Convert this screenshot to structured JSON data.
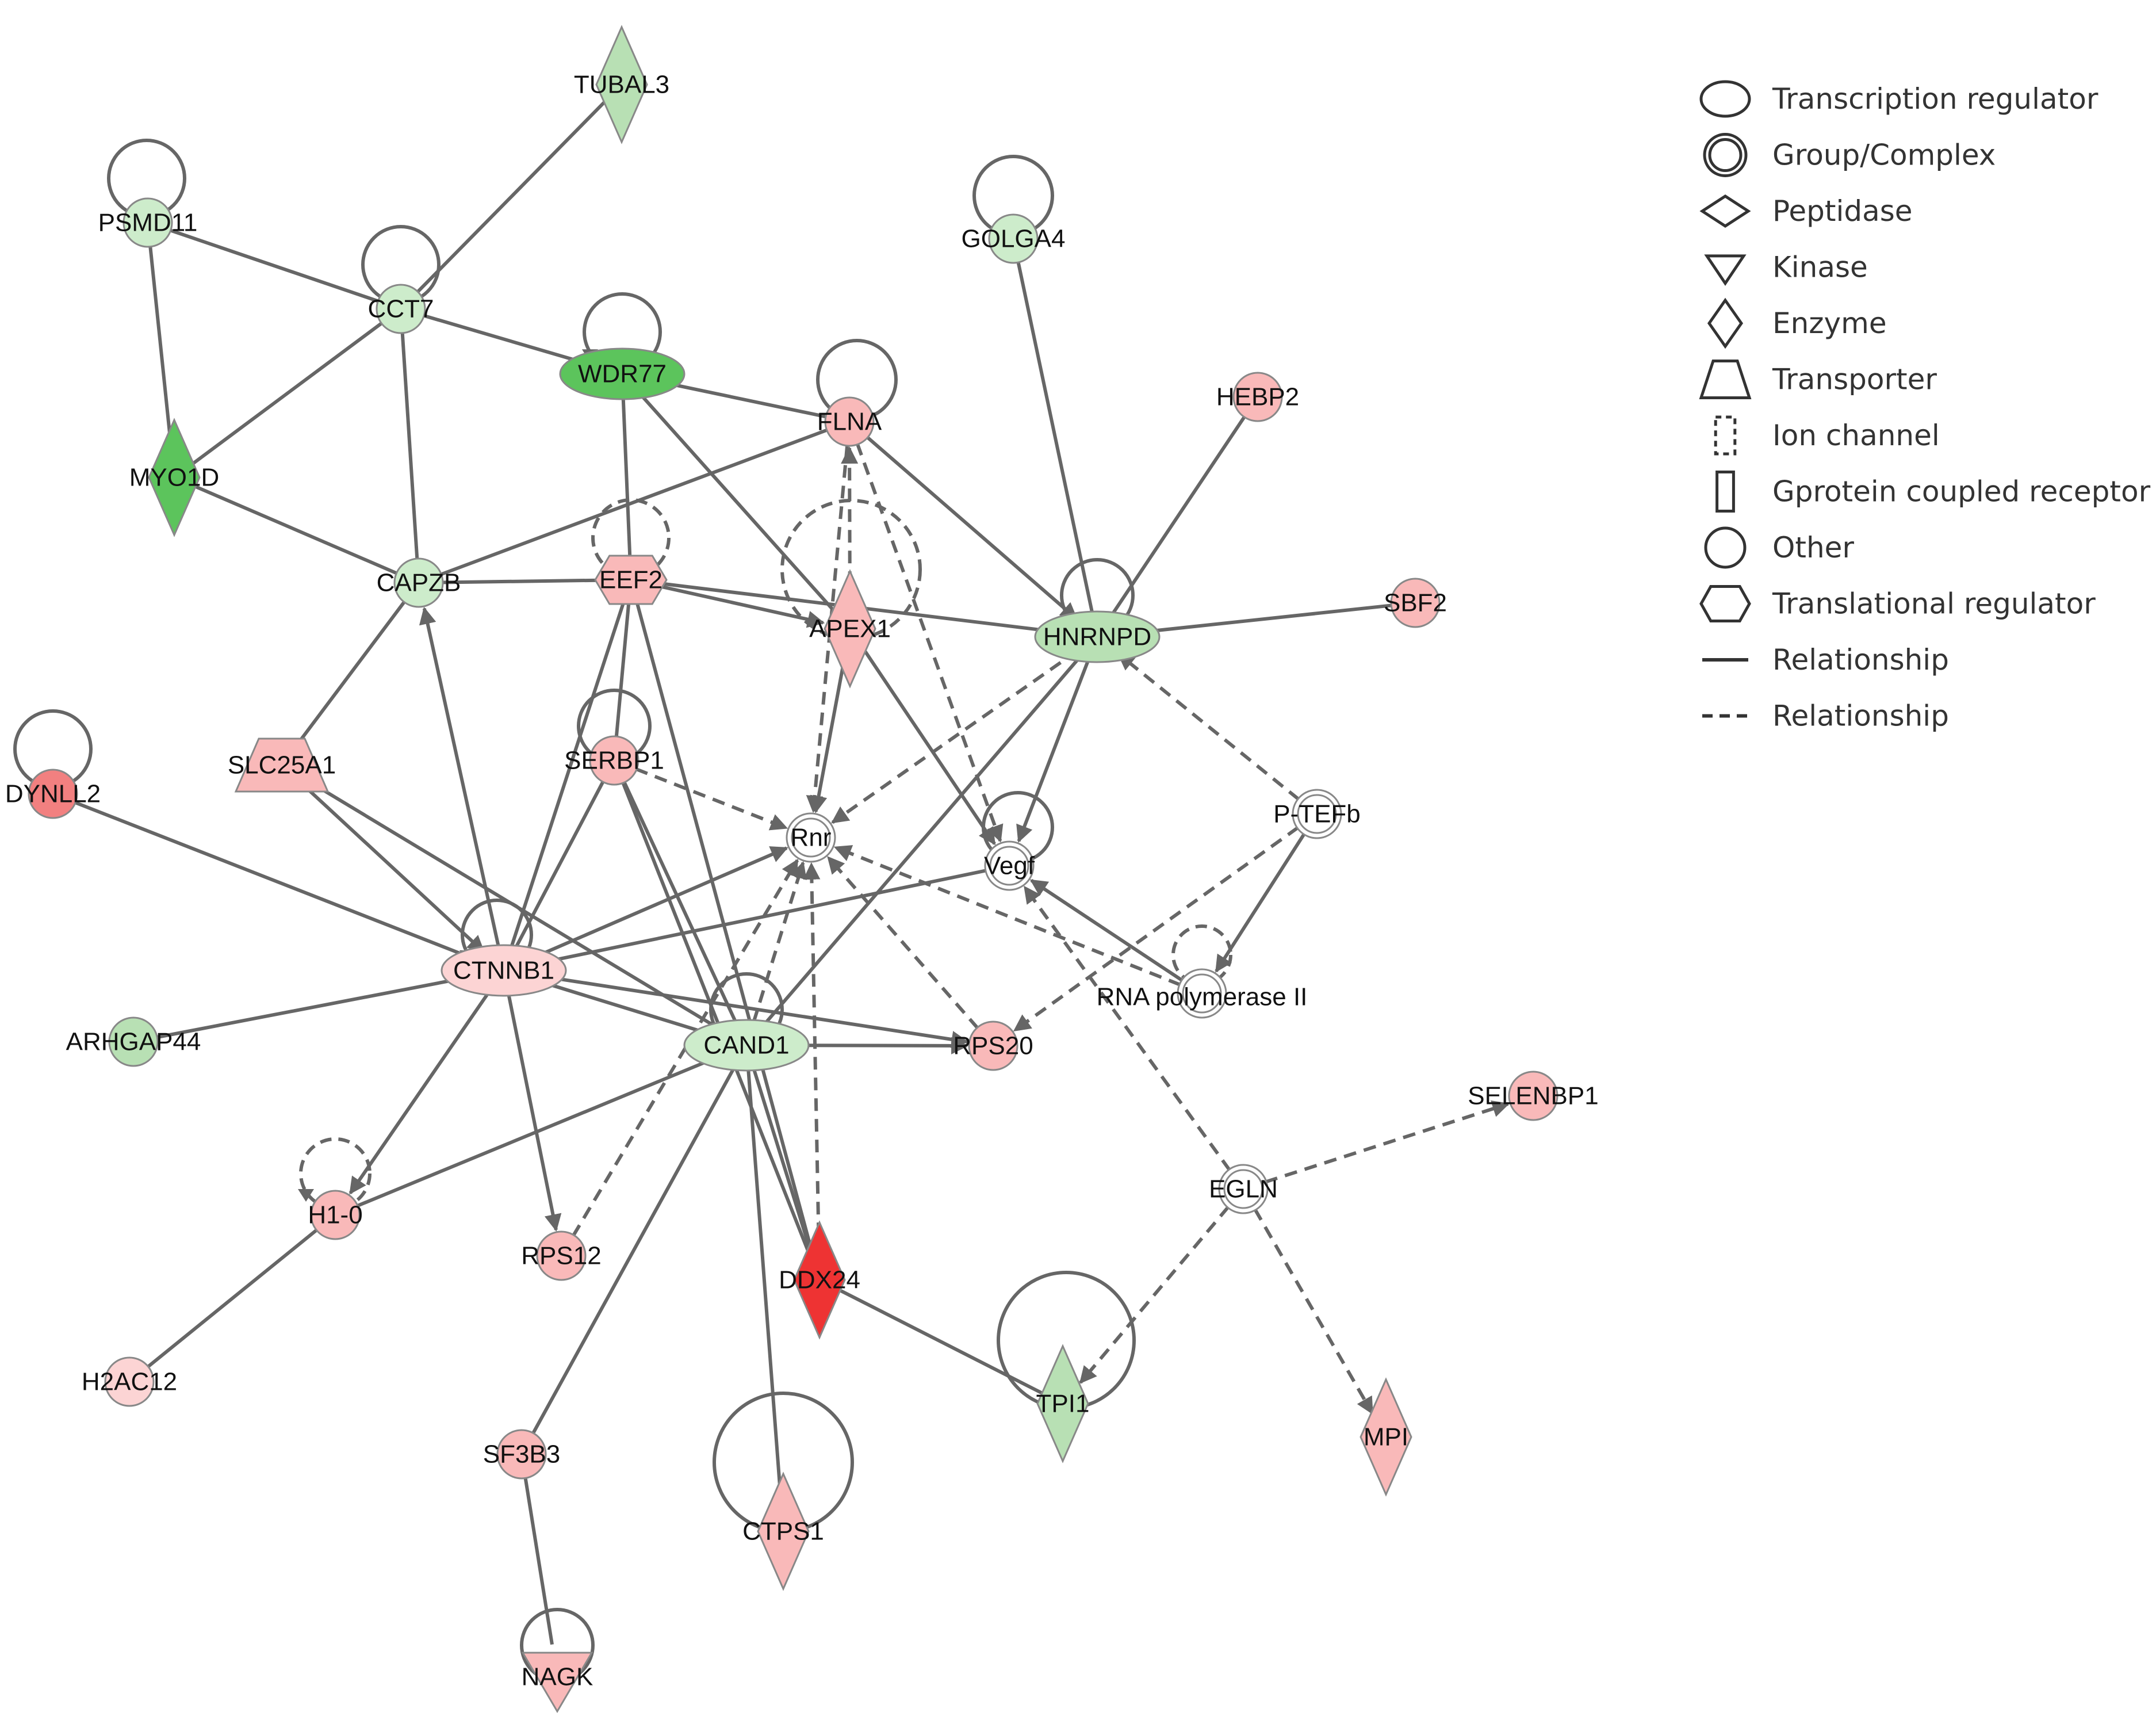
{
  "colors": {
    "edge": "#666666",
    "strong_green": "#5cc45c",
    "light_green": "#b8e0b4",
    "pale_green": "#cdeccb",
    "strong_red": "#ee3333",
    "medium_red": "#f28080",
    "light_red": "#f9b9b9",
    "pale_red": "#fcd4d4",
    "white": "#ffffff"
  },
  "nodes": [
    {
      "id": "TUBAL3",
      "label": "TUBAL3",
      "shape": "diamond",
      "color": "light_green"
    },
    {
      "id": "PSMD11",
      "label": "PSMD11",
      "shape": "circle",
      "color": "pale_green"
    },
    {
      "id": "CCT7",
      "label": "CCT7",
      "shape": "circle",
      "color": "pale_green"
    },
    {
      "id": "GOLGA4",
      "label": "GOLGA4",
      "shape": "circle",
      "color": "pale_green"
    },
    {
      "id": "WDR77",
      "label": "WDR77",
      "shape": "ellipse",
      "color": "strong_green"
    },
    {
      "id": "FLNA",
      "label": "FLNA",
      "shape": "circle",
      "color": "light_red"
    },
    {
      "id": "HEBP2",
      "label": "HEBP2",
      "shape": "circle",
      "color": "light_red"
    },
    {
      "id": "MYO1D",
      "label": "MYO1D",
      "shape": "diamond",
      "color": "strong_green"
    },
    {
      "id": "CAPZB",
      "label": "CAPZB",
      "shape": "circle",
      "color": "pale_green"
    },
    {
      "id": "EEF2",
      "label": "EEF2",
      "shape": "hexagon",
      "color": "light_red"
    },
    {
      "id": "APEX1",
      "label": "APEX1",
      "shape": "diamond",
      "color": "light_red"
    },
    {
      "id": "HNRNPD",
      "label": "HNRNPD",
      "shape": "ellipse",
      "color": "light_green"
    },
    {
      "id": "SBF2",
      "label": "SBF2",
      "shape": "circle",
      "color": "light_red"
    },
    {
      "id": "DYNLL2",
      "label": "DYNLL2",
      "shape": "circle",
      "color": "medium_red"
    },
    {
      "id": "SLC25A1",
      "label": "SLC25A1",
      "shape": "trapezoid",
      "color": "light_red"
    },
    {
      "id": "SERBP1",
      "label": "SERBP1",
      "shape": "circle",
      "color": "light_red"
    },
    {
      "id": "Rnr",
      "label": "Rnr",
      "shape": "double_circle",
      "color": "white"
    },
    {
      "id": "Vegf",
      "label": "Vegf",
      "shape": "double_circle",
      "color": "white"
    },
    {
      "id": "PTEFb",
      "label": "P-TEFb",
      "shape": "double_circle",
      "color": "white"
    },
    {
      "id": "CTNNB1",
      "label": "CTNNB1",
      "shape": "ellipse",
      "color": "pale_red"
    },
    {
      "id": "RNAPII",
      "label": "RNA polymerase II",
      "shape": "double_circle",
      "color": "white"
    },
    {
      "id": "ARHGAP44",
      "label": "ARHGAP44",
      "shape": "circle",
      "color": "light_green"
    },
    {
      "id": "CAND1",
      "label": "CAND1",
      "shape": "ellipse",
      "color": "pale_green"
    },
    {
      "id": "RPS20",
      "label": "RPS20",
      "shape": "circle",
      "color": "light_red"
    },
    {
      "id": "SELENBP1",
      "label": "SELENBP1",
      "shape": "circle",
      "color": "light_red"
    },
    {
      "id": "EGLN",
      "label": "EGLN",
      "shape": "double_circle",
      "color": "white"
    },
    {
      "id": "H1-0",
      "label": "H1-0",
      "shape": "circle",
      "color": "light_red"
    },
    {
      "id": "RPS12",
      "label": "RPS12",
      "shape": "circle",
      "color": "light_red"
    },
    {
      "id": "DDX24",
      "label": "DDX24",
      "shape": "diamond",
      "color": "strong_red"
    },
    {
      "id": "H2AC12",
      "label": "H2AC12",
      "shape": "circle",
      "color": "pale_red"
    },
    {
      "id": "TPI1",
      "label": "TPI1",
      "shape": "diamond",
      "color": "light_green"
    },
    {
      "id": "MPI",
      "label": "MPI",
      "shape": "diamond",
      "color": "light_red"
    },
    {
      "id": "SF3B3",
      "label": "SF3B3",
      "shape": "circle",
      "color": "light_red"
    },
    {
      "id": "CTPS1",
      "label": "CTPS1",
      "shape": "diamond",
      "color": "light_red"
    },
    {
      "id": "NAGK",
      "label": "NAGK",
      "shape": "triangle_down",
      "color": "light_red"
    }
  ],
  "edges": [
    {
      "from": "PSMD11",
      "to": "CCT7",
      "style": "solid"
    },
    {
      "from": "PSMD11",
      "to": "MYO1D",
      "style": "solid"
    },
    {
      "from": "TUBAL3",
      "to": "CCT7",
      "style": "solid"
    },
    {
      "from": "CCT7",
      "to": "MYO1D",
      "style": "solid"
    },
    {
      "from": "CCT7",
      "to": "WDR77",
      "style": "solid"
    },
    {
      "from": "CCT7",
      "to": "CAPZB",
      "style": "solid"
    },
    {
      "from": "MYO1D",
      "to": "CAPZB",
      "style": "solid"
    },
    {
      "from": "WDR77",
      "to": "FLNA",
      "style": "solid"
    },
    {
      "from": "WDR77",
      "to": "EEF2",
      "style": "solid"
    },
    {
      "from": "WDR77",
      "to": "APEX1",
      "style": "solid"
    },
    {
      "from": "FLNA",
      "to": "CAPZB",
      "style": "solid"
    },
    {
      "from": "FLNA",
      "to": "HNRNPD",
      "style": "solid",
      "arrow": true
    },
    {
      "from": "FLNA",
      "to": "Rnr",
      "style": "dashed",
      "arrow": true
    },
    {
      "from": "APEX1",
      "to": "FLNA",
      "style": "dashed",
      "arrow": true
    },
    {
      "from": "FLNA",
      "to": "Vegf",
      "style": "dashed",
      "arrow": true
    },
    {
      "from": "GOLGA4",
      "to": "HNRNPD",
      "style": "solid"
    },
    {
      "from": "HEBP2",
      "to": "HNRNPD",
      "style": "solid"
    },
    {
      "from": "SBF2",
      "to": "HNRNPD",
      "style": "solid"
    },
    {
      "from": "CAPZB",
      "to": "EEF2",
      "style": "solid"
    },
    {
      "from": "EEF2",
      "to": "APEX1",
      "style": "solid",
      "arrow": true
    },
    {
      "from": "EEF2",
      "to": "HNRNPD",
      "style": "solid"
    },
    {
      "from": "EEF2",
      "to": "SERBP1",
      "style": "solid"
    },
    {
      "from": "EEF2",
      "to": "CTNNB1",
      "style": "solid"
    },
    {
      "from": "EEF2",
      "to": "DDX24",
      "style": "solid"
    },
    {
      "from": "APEX1",
      "to": "Rnr",
      "style": "solid",
      "arrow": true
    },
    {
      "from": "APEX1",
      "to": "Vegf",
      "style": "solid",
      "arrow": true
    },
    {
      "from": "HNRNPD",
      "to": "Rnr",
      "style": "dashed",
      "arrow": true
    },
    {
      "from": "HNRNPD",
      "to": "Vegf",
      "style": "solid",
      "arrow": true
    },
    {
      "from": "HNRNPD",
      "to": "CAND1",
      "style": "solid"
    },
    {
      "from": "PTEFb",
      "to": "HNRNPD",
      "style": "dashed",
      "arrow": true
    },
    {
      "from": "PTEFb",
      "to": "RNAPII",
      "style": "solid",
      "arrow": true
    },
    {
      "from": "PTEFb",
      "to": "RPS20",
      "style": "dashed",
      "arrow": true
    },
    {
      "from": "SLC25A1",
      "to": "CAPZB",
      "style": "solid"
    },
    {
      "from": "SLC25A1",
      "to": "CTNNB1",
      "style": "solid",
      "arrow": true
    },
    {
      "from": "SLC25A1",
      "to": "CAND1",
      "style": "solid"
    },
    {
      "from": "DYNLL2",
      "to": "CTNNB1",
      "style": "solid"
    },
    {
      "from": "SERBP1",
      "to": "Rnr",
      "style": "dashed",
      "arrow": true
    },
    {
      "from": "SERBP1",
      "to": "CTNNB1",
      "style": "solid"
    },
    {
      "from": "SERBP1",
      "to": "CAND1",
      "style": "solid"
    },
    {
      "from": "SERBP1",
      "to": "DDX24",
      "style": "solid"
    },
    {
      "from": "CTNNB1",
      "to": "CAPZB",
      "style": "solid",
      "arrow": true
    },
    {
      "from": "CTNNB1",
      "to": "Rnr",
      "style": "solid",
      "arrow": true
    },
    {
      "from": "Vegf",
      "to": "CTNNB1",
      "style": "solid",
      "arrow": true
    },
    {
      "from": "CTNNB1",
      "to": "CAND1",
      "style": "solid"
    },
    {
      "from": "CTNNB1",
      "to": "RPS20",
      "style": "solid",
      "arrow": true
    },
    {
      "from": "CTNNB1",
      "to": "H1-0",
      "style": "solid",
      "arrow": true
    },
    {
      "from": "CTNNB1",
      "to": "RPS12",
      "style": "solid",
      "arrow": true
    },
    {
      "from": "ARHGAP44",
      "to": "CTNNB1",
      "style": "solid"
    },
    {
      "from": "CAND1",
      "to": "RPS20",
      "style": "solid",
      "arrow": true
    },
    {
      "from": "CAND1",
      "to": "H1-0",
      "style": "solid"
    },
    {
      "from": "CAND1",
      "to": "DDX24",
      "style": "solid"
    },
    {
      "from": "CAND1",
      "to": "SF3B3",
      "style": "solid"
    },
    {
      "from": "CAND1",
      "to": "CTPS1",
      "style": "solid"
    },
    {
      "from": "CAND1",
      "to": "Rnr",
      "style": "dashed",
      "arrow": true
    },
    {
      "from": "RPS20",
      "to": "Rnr",
      "style": "dashed",
      "arrow": true
    },
    {
      "from": "RNAPII",
      "to": "Rnr",
      "style": "dashed",
      "arrow": true
    },
    {
      "from": "RNAPII",
      "to": "Vegf",
      "style": "solid",
      "arrow": true
    },
    {
      "from": "RPS12",
      "to": "Rnr",
      "style": "dashed",
      "arrow": true
    },
    {
      "from": "DDX24",
      "to": "Rnr",
      "style": "dashed",
      "arrow": true
    },
    {
      "from": "DDX24",
      "to": "TPI1",
      "style": "solid"
    },
    {
      "from": "H2AC12",
      "to": "H1-0",
      "style": "solid"
    },
    {
      "from": "SF3B3",
      "to": "NAGK",
      "style": "solid"
    },
    {
      "from": "EGLN",
      "to": "Vegf",
      "style": "dashed",
      "arrow": true
    },
    {
      "from": "EGLN",
      "to": "SELENBP1",
      "style": "dashed",
      "arrow": true
    },
    {
      "from": "EGLN",
      "to": "TPI1",
      "style": "dashed",
      "arrow": true
    },
    {
      "from": "EGLN",
      "to": "MPI",
      "style": "dashed",
      "arrow": true
    }
  ],
  "self_loops": [
    {
      "node": "PSMD11",
      "style": "solid"
    },
    {
      "node": "CCT7",
      "style": "solid"
    },
    {
      "node": "GOLGA4",
      "style": "solid"
    },
    {
      "node": "WDR77",
      "style": "solid",
      "arrow": true
    },
    {
      "node": "FLNA",
      "style": "solid"
    },
    {
      "node": "EEF2",
      "style": "dashed"
    },
    {
      "node": "APEX1",
      "style": "dashed"
    },
    {
      "node": "HNRNPD",
      "style": "solid"
    },
    {
      "node": "DYNLL2",
      "style": "solid"
    },
    {
      "node": "SERBP1",
      "style": "solid"
    },
    {
      "node": "Vegf",
      "style": "solid"
    },
    {
      "node": "CTNNB1",
      "style": "solid",
      "arrow": true
    },
    {
      "node": "CAND1",
      "style": "solid"
    },
    {
      "node": "RNAPII",
      "style": "dashed"
    },
    {
      "node": "H1-0",
      "style": "dashed",
      "arrow": true
    },
    {
      "node": "TPI1",
      "style": "solid"
    },
    {
      "node": "CTPS1",
      "style": "solid"
    },
    {
      "node": "NAGK",
      "style": "solid"
    }
  ],
  "legend": [
    {
      "icon": "ellipse",
      "label": "Transcription regulator"
    },
    {
      "icon": "double_circle",
      "label": "Group/Complex"
    },
    {
      "icon": "wide_diamond",
      "label": "Peptidase"
    },
    {
      "icon": "triangle_down",
      "label": "Kinase"
    },
    {
      "icon": "diamond",
      "label": "Enzyme"
    },
    {
      "icon": "trapezoid",
      "label": "Transporter"
    },
    {
      "icon": "dashed_square",
      "label": "Ion channel"
    },
    {
      "icon": "rect",
      "label": "Gprotein coupled receptor"
    },
    {
      "icon": "circle",
      "label": "Other"
    },
    {
      "icon": "hexagon",
      "label": "Translational regulator"
    },
    {
      "icon": "solid_line",
      "label": "Relationship"
    },
    {
      "icon": "dashed_line",
      "label": "Relationship"
    }
  ]
}
